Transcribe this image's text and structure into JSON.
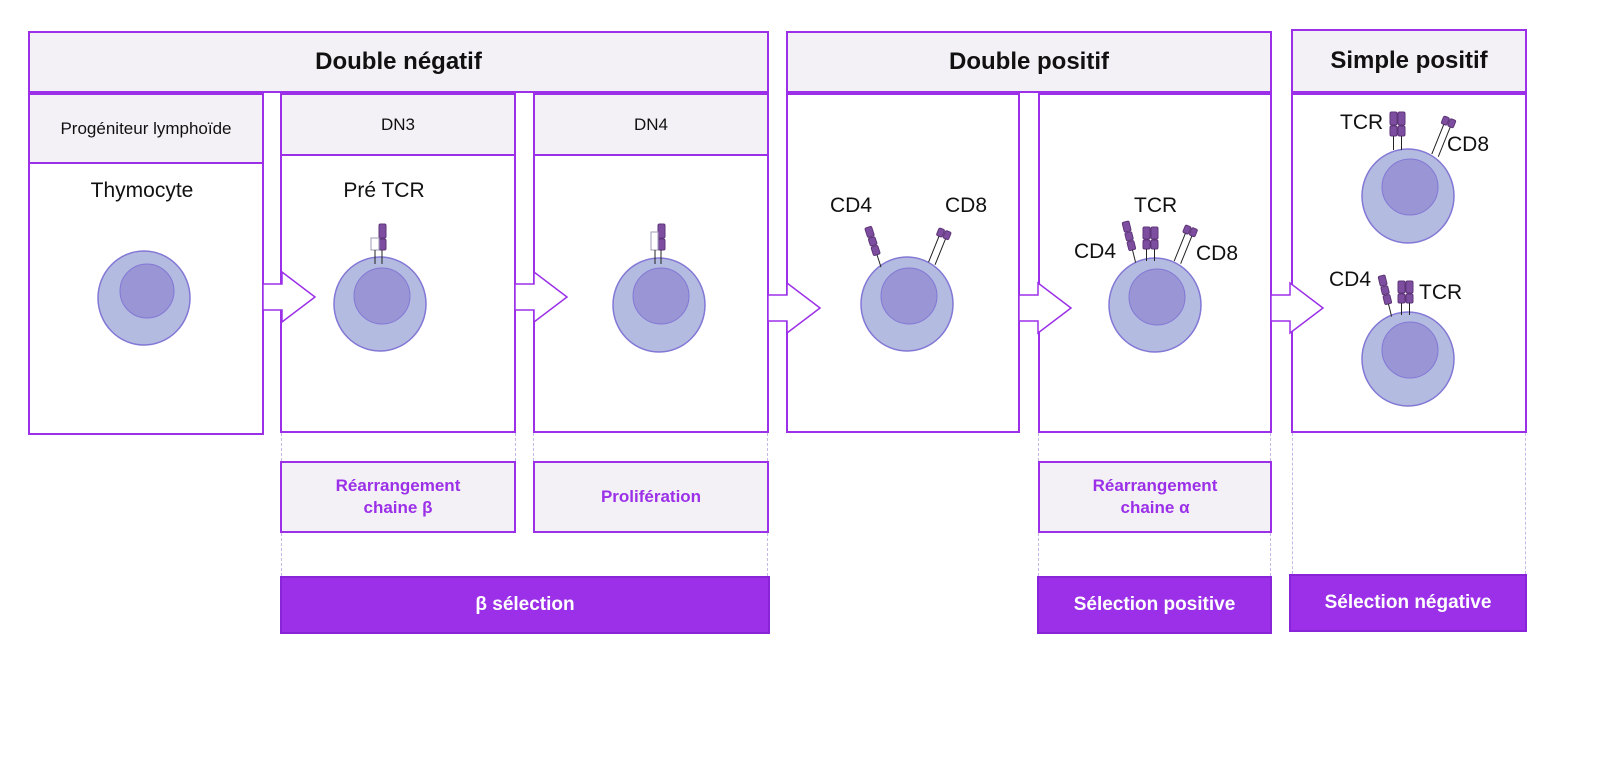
{
  "stages": {
    "double_negatif": "Double négatif",
    "double_positif": "Double positif",
    "simple_positif": "Simple positif"
  },
  "substages": {
    "progeniteur": "Progéniteur lymphoïde",
    "dn3": "DN3",
    "dn4": "DN4"
  },
  "cell_labels": {
    "thymocyte": "Thymocyte",
    "pre_tcr": "Pré TCR"
  },
  "markers": {
    "cd4": "CD4",
    "cd8": "CD8",
    "tcr": "TCR"
  },
  "processes": {
    "rearr_beta": "Réarrangement\nchaine β",
    "proliferation": "Prolifération",
    "rearr_alpha": "Réarrangement\nchaine α"
  },
  "selections": {
    "beta": "β sélection",
    "positive": "Sélection positive",
    "negative": "Sélection négative"
  },
  "colors": {
    "accent": "#9b30e8",
    "header_fill": "#f3f1f6",
    "cell_outer": "#b3bbe0",
    "cell_nucleus": "#9a95d4",
    "receptor": "#7d4ea0"
  }
}
